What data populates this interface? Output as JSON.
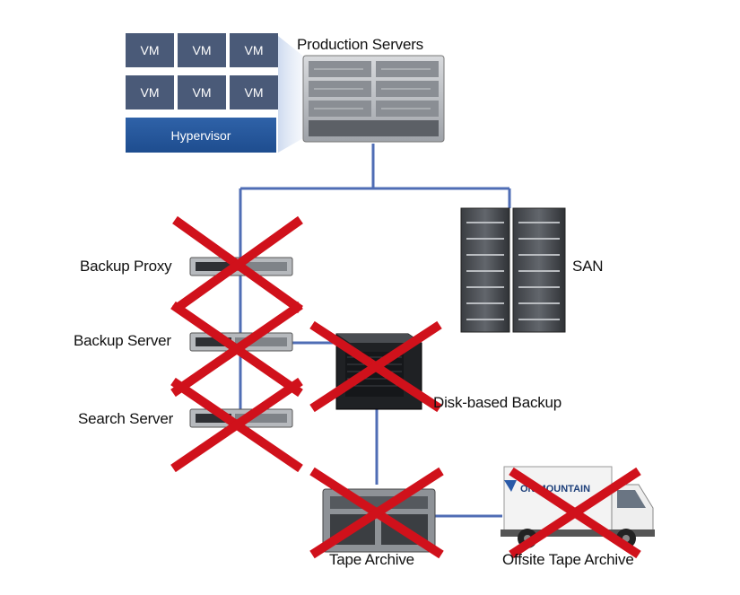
{
  "virtualization": {
    "vm_labels": [
      "VM",
      "VM",
      "VM",
      "VM",
      "VM",
      "VM"
    ],
    "hypervisor_label": "Hypervisor"
  },
  "labels": {
    "production_servers": "Production Servers",
    "san": "SAN",
    "backup_proxy": "Backup Proxy",
    "backup_server": "Backup Server",
    "search_server": "Search Server",
    "disk_backup": "Disk-based Backup",
    "tape_archive": "Tape Archive",
    "offsite_tape_archive": "Offsite Tape Archive"
  },
  "truck_logo_text": "ON MOUNTAIN",
  "colors": {
    "connector": "#4f6db5",
    "cross": "#d0111b",
    "vm_box": "#4a5a78",
    "hypervisor": "#1e4d8f"
  }
}
